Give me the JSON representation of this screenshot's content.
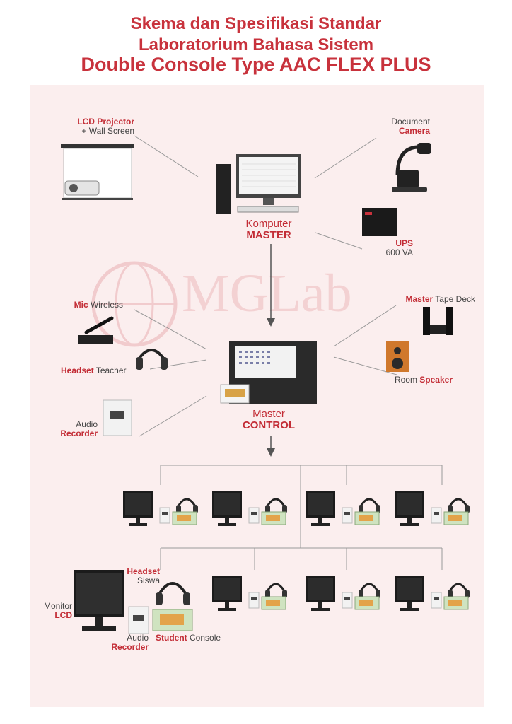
{
  "title": {
    "line1": "Skema dan Spesifikasi Standar",
    "line2": "Laboratorium Bahasa Sistem",
    "line3": "Double Console Type AAC FLEX PLUS"
  },
  "watermark": "MGLab",
  "labels": {
    "lcd_projector": {
      "bold": "LCD Projector",
      "text": "+ Wall Screen"
    },
    "document_camera": {
      "text": "Document",
      "bold": "Camera"
    },
    "komputer_master": {
      "text": "Komputer",
      "bold": "MASTER"
    },
    "ups": {
      "bold": "UPS",
      "text": "600 VA"
    },
    "mic_wireless": {
      "bold": "Mic",
      "text": "Wireless"
    },
    "headset_teacher": {
      "bold": "Headset",
      "text": "Teacher"
    },
    "master_tape_deck": {
      "bold": "Master",
      "text": "Tape Deck"
    },
    "room_speaker": {
      "text": "Room",
      "bold": "Speaker"
    },
    "audio_recorder_master": {
      "text": "Audio",
      "bold": "Recorder"
    },
    "master_control": {
      "text": "Master",
      "bold": "CONTROL"
    },
    "headset_siswa": {
      "bold": "Headset",
      "text": "Siswa"
    },
    "monitor_lcd": {
      "text": "Monitor",
      "bold": "LCD"
    },
    "audio_recorder_student": {
      "text": "Audio",
      "bold": "Recorder"
    },
    "student_console": {
      "bold": "Student",
      "text": "Console"
    }
  },
  "colors": {
    "accent": "#c8323c",
    "panel": "#fbeeee",
    "line": "#999999"
  }
}
